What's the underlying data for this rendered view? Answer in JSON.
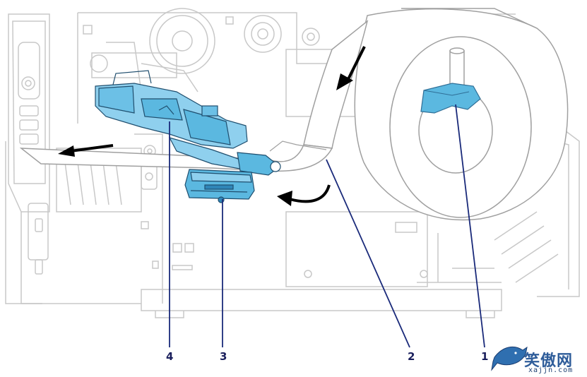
{
  "callouts": [
    {
      "id": "1",
      "label": "1",
      "part": "media-guide"
    },
    {
      "id": "2",
      "label": "2",
      "part": "media-path"
    },
    {
      "id": "3",
      "label": "3",
      "part": "printhead-lower-assembly"
    },
    {
      "id": "4",
      "label": "4",
      "part": "printhead-assembly"
    }
  ],
  "watermark": {
    "text": "笑傲网",
    "url": "xajjn.com",
    "logo": "shark-logo"
  },
  "colors": {
    "line_art": "#c4c4c4",
    "highlight": "#5bb8e0",
    "highlight_dark": "#2f86b8",
    "callout_text": "#1a1f5c",
    "leader_line": "#1a2a7a",
    "media": "#ffffff"
  }
}
